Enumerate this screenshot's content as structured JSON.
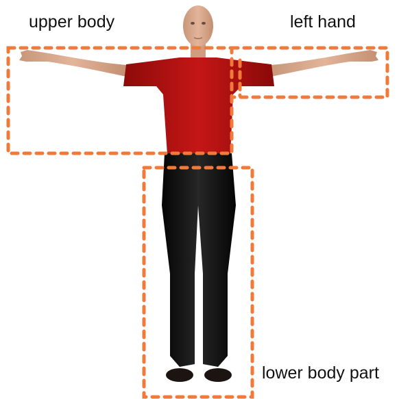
{
  "labels": {
    "upper_body": "upper body",
    "left_hand": "left hand",
    "lower_body": "lower body part"
  },
  "colors": {
    "outline": "#f07a3a",
    "shirt": "#b4100f",
    "pants": "#121212",
    "skin": "#d8a98c",
    "label_text": "#111111"
  },
  "figure": {
    "description_icon": "human-figure-t-pose-icon"
  }
}
